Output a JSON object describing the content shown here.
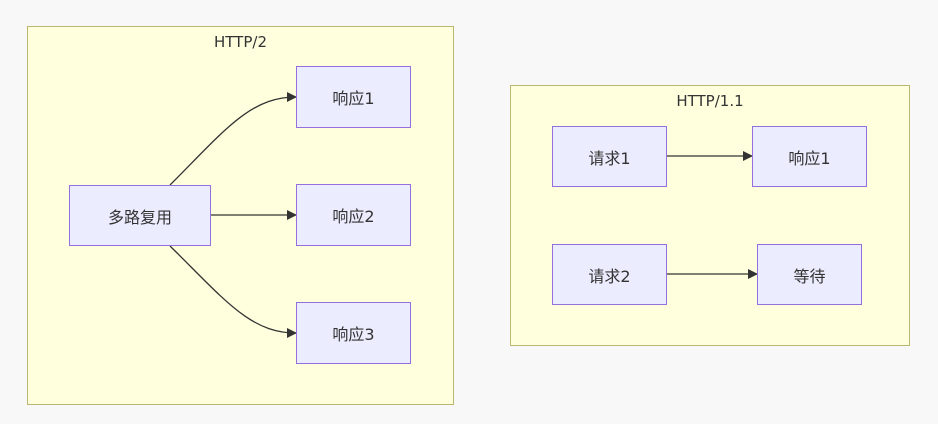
{
  "clusters": {
    "http2": {
      "title": "HTTP/2"
    },
    "http11": {
      "title": "HTTP/1.1"
    }
  },
  "nodes": {
    "multiplex": "多路复用",
    "h2_resp1": "响应1",
    "h2_resp2": "响应2",
    "h2_resp3": "响应3",
    "req1": "请求1",
    "h1_resp1": "响应1",
    "req2": "请求2",
    "wait": "等待"
  },
  "edges": [
    {
      "from": "multiplex",
      "to": "h2_resp1"
    },
    {
      "from": "multiplex",
      "to": "h2_resp2"
    },
    {
      "from": "multiplex",
      "to": "h2_resp3"
    },
    {
      "from": "req1",
      "to": "h1_resp1"
    },
    {
      "from": "req2",
      "to": "wait"
    }
  ],
  "colors": {
    "cluster_fill": "#ffffde",
    "cluster_border": "#b8b870",
    "node_fill": "#ececff",
    "node_border": "#9370db",
    "edge": "#333333"
  }
}
